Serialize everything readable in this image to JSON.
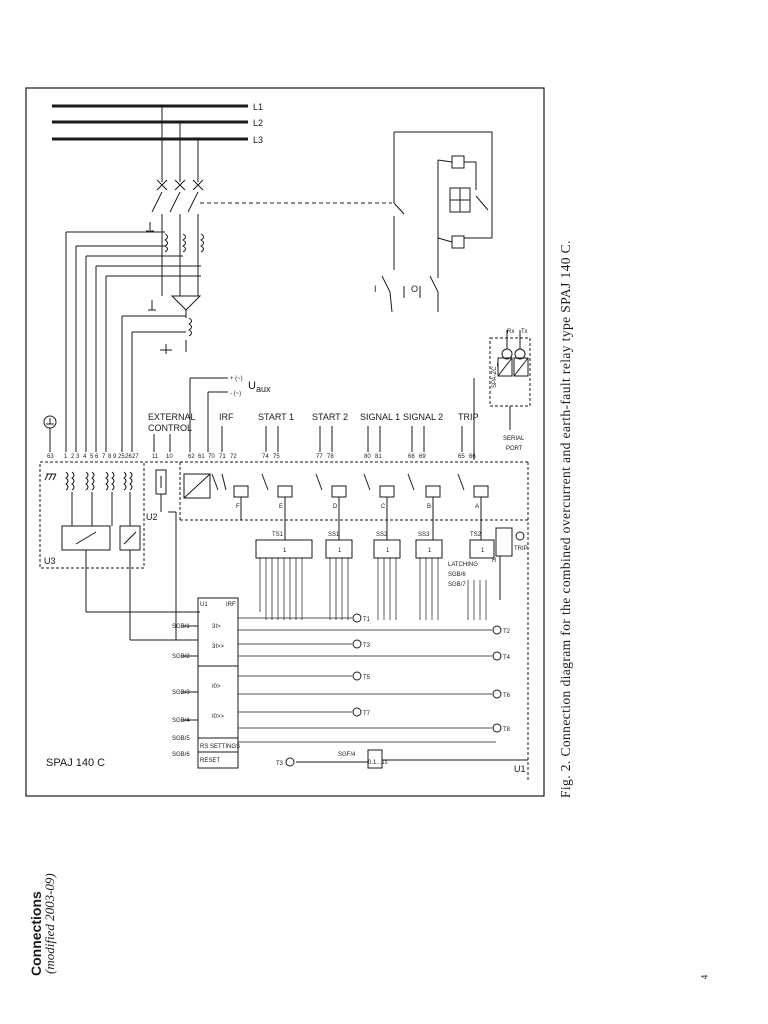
{
  "caption": "Fig. 2. Connection diagram for the combined overcurrent and earth-fault relay type SPAJ 140 C.",
  "side_title": "Connections",
  "side_subtitle": "(modified 2003-09)",
  "page_number": "4",
  "lines": {
    "l1": "L1",
    "l2": "L2",
    "l3": "L3"
  },
  "uaux": {
    "label": "U",
    "sub": "aux",
    "plus": "+ (~)",
    "minus": "- (~)"
  },
  "groups": {
    "external_control": [
      "EXTERNAL",
      "CONTROL"
    ],
    "irf": "IRF",
    "start1": "START 1",
    "start2": "START 2",
    "signal1": "SIGNAL 1",
    "signal2": "SIGNAL 2",
    "trip": "TRIP"
  },
  "terminals": {
    "left": [
      "63",
      "1",
      "2",
      "3",
      "4",
      "5",
      "6",
      "7",
      "8",
      "9",
      "25",
      "26",
      "27"
    ],
    "ext": [
      "11",
      "10"
    ],
    "aux": [
      "62",
      "61"
    ],
    "irf": [
      "70",
      "71",
      "72"
    ],
    "start1": [
      "74",
      "75"
    ],
    "start2": [
      "77",
      "78"
    ],
    "signal1": [
      "80",
      "81"
    ],
    "signal2": [
      "68",
      "69"
    ],
    "trip": [
      "65",
      "66"
    ]
  },
  "relay_letters": [
    "F",
    "E",
    "D",
    "C",
    "B",
    "A"
  ],
  "blocks": {
    "ts1": "TS1",
    "ss1": "SS1",
    "ss2": "SS2",
    "ss3": "SS3",
    "ts2": "TS2",
    "one": "1"
  },
  "units": {
    "u1": "U1",
    "u2": "U2",
    "u3": "U3",
    "irf_small": "IRF"
  },
  "device": "SPAJ 140 C",
  "stages": [
    "3I>",
    "3I>>",
    "I0>",
    "I0>>"
  ],
  "sgb": [
    "SGB/1",
    "SGB/2",
    "SGB/3",
    "SGB/4",
    "SGB/5",
    "SGB/6",
    "SGB/7",
    "SGF/4"
  ],
  "settings_labels": {
    "rs": "RS SETTINGS",
    "reset": "RESET",
    "latching": "LATCHING",
    "r": "R"
  },
  "outputs": [
    "T1",
    "T2",
    "T3",
    "T4",
    "T5",
    "T6",
    "T7",
    "T8"
  ],
  "serial": {
    "rx": "Rx",
    "tx": "Tx",
    "line1": "SERIAL",
    "line2": "PORT",
    "spa": "SPA-ZC_"
  },
  "trip_label": "TRIP",
  "timer": "0.1...1s",
  "switch_labels": {
    "i": "I",
    "o": "O"
  }
}
